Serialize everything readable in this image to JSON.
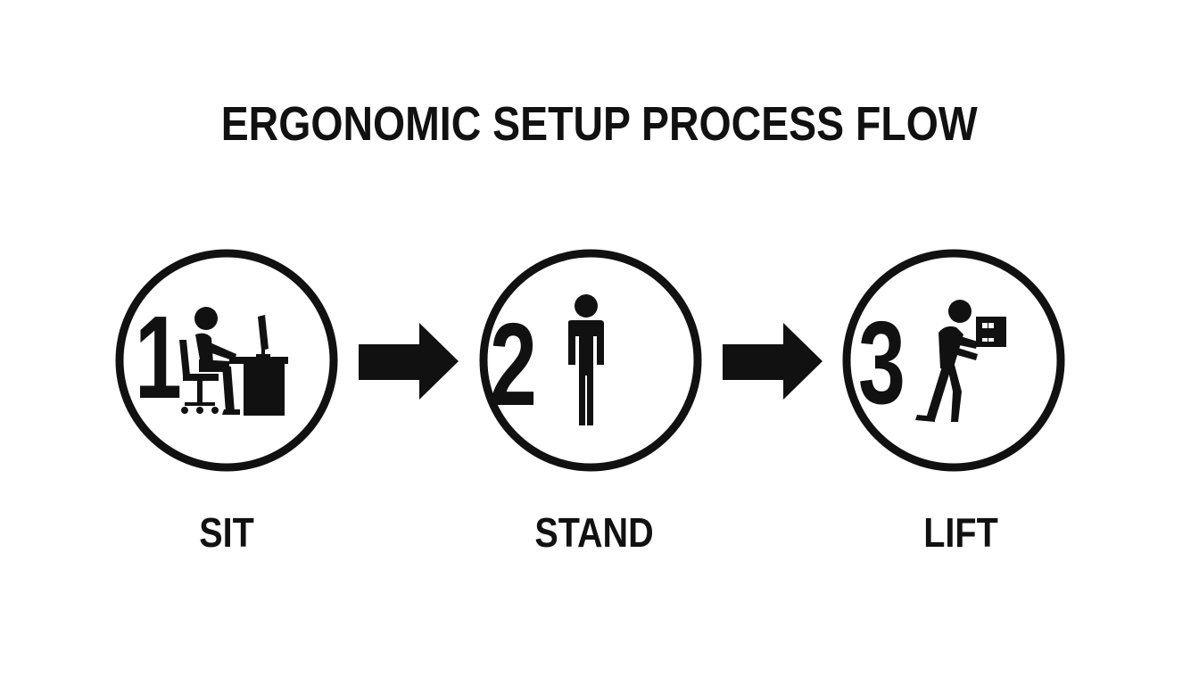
{
  "title": "ERGONOMIC SETUP PROCESS FLOW",
  "colors": {
    "ink": "#111111",
    "background": "#ffffff"
  },
  "steps": [
    {
      "number": "1",
      "label": "SIT",
      "icon": "person-at-desk-icon"
    },
    {
      "number": "2",
      "label": "STAND",
      "icon": "standing-person-icon"
    },
    {
      "number": "3",
      "label": "LIFT",
      "icon": "person-lifting-box-icon"
    }
  ],
  "connectors": [
    "arrow-right-icon",
    "arrow-right-icon"
  ]
}
